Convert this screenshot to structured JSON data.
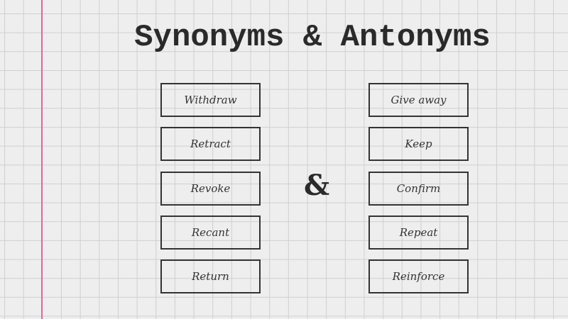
{
  "title": "Synonyms & Antonyms",
  "ampersand": "&",
  "synonyms": [
    "Withdraw",
    "Retract",
    "Revoke",
    "Recant",
    "Return"
  ],
  "antonyms": [
    "Give away",
    "Keep",
    "Confirm",
    "Repeat",
    "Reinforce"
  ],
  "colors": {
    "margin_line": "#e7649d",
    "grid": "#cfcfcf",
    "background": "#eeeeee"
  }
}
